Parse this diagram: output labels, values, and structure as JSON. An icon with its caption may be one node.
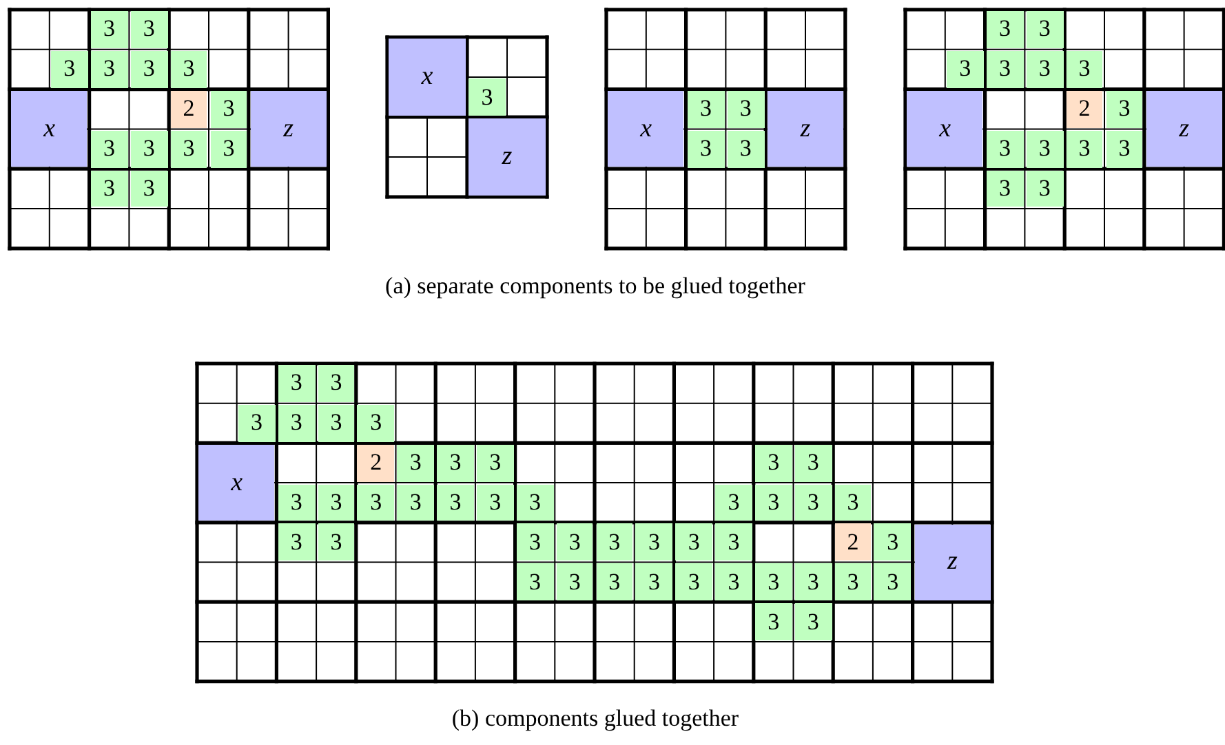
{
  "diagram": {
    "nodes": [
      {
        "text": [
          "x"
        ]
      },
      {
        "text": [
          "z"
        ]
      },
      {
        "text": [
          "x"
        ]
      },
      {
        "text": [
          "z"
        ]
      },
      {
        "text": [
          "x"
        ]
      },
      {
        "text": [
          "z"
        ]
      },
      {
        "text": [
          "x"
        ]
      },
      {
        "text": [
          "z"
        ]
      },
      {
        "text": [
          "x"
        ]
      },
      {
        "text": [
          "z"
        ]
      }
    ],
    "edges": [],
    "labels": [
      "3",
      "3",
      "3",
      "3",
      "3",
      "3",
      "2",
      "3",
      "3",
      "3",
      "3",
      "3",
      "3",
      "3",
      "3",
      "3",
      "3",
      "3",
      "3",
      "3",
      "3",
      "3",
      "3",
      "3",
      "3",
      "2",
      "3",
      "3",
      "3",
      "3",
      "3",
      "3",
      "3",
      "(a) separate components to be glued together",
      "3",
      "3",
      "3",
      "3",
      "3",
      "3",
      "2",
      "3",
      "3",
      "3",
      "3",
      "3",
      "3",
      "3",
      "3",
      "3",
      "3",
      "3",
      "3",
      "3",
      "3",
      "3",
      "3",
      "3",
      "3",
      "3",
      "3",
      "3",
      "3",
      "3",
      "3",
      "2",
      "3",
      "3",
      "3",
      "3",
      "3",
      "3",
      "3",
      "3",
      "3",
      "3",
      "3",
      "3",
      "3",
      "(b) components glued together"
    ]
  }
}
